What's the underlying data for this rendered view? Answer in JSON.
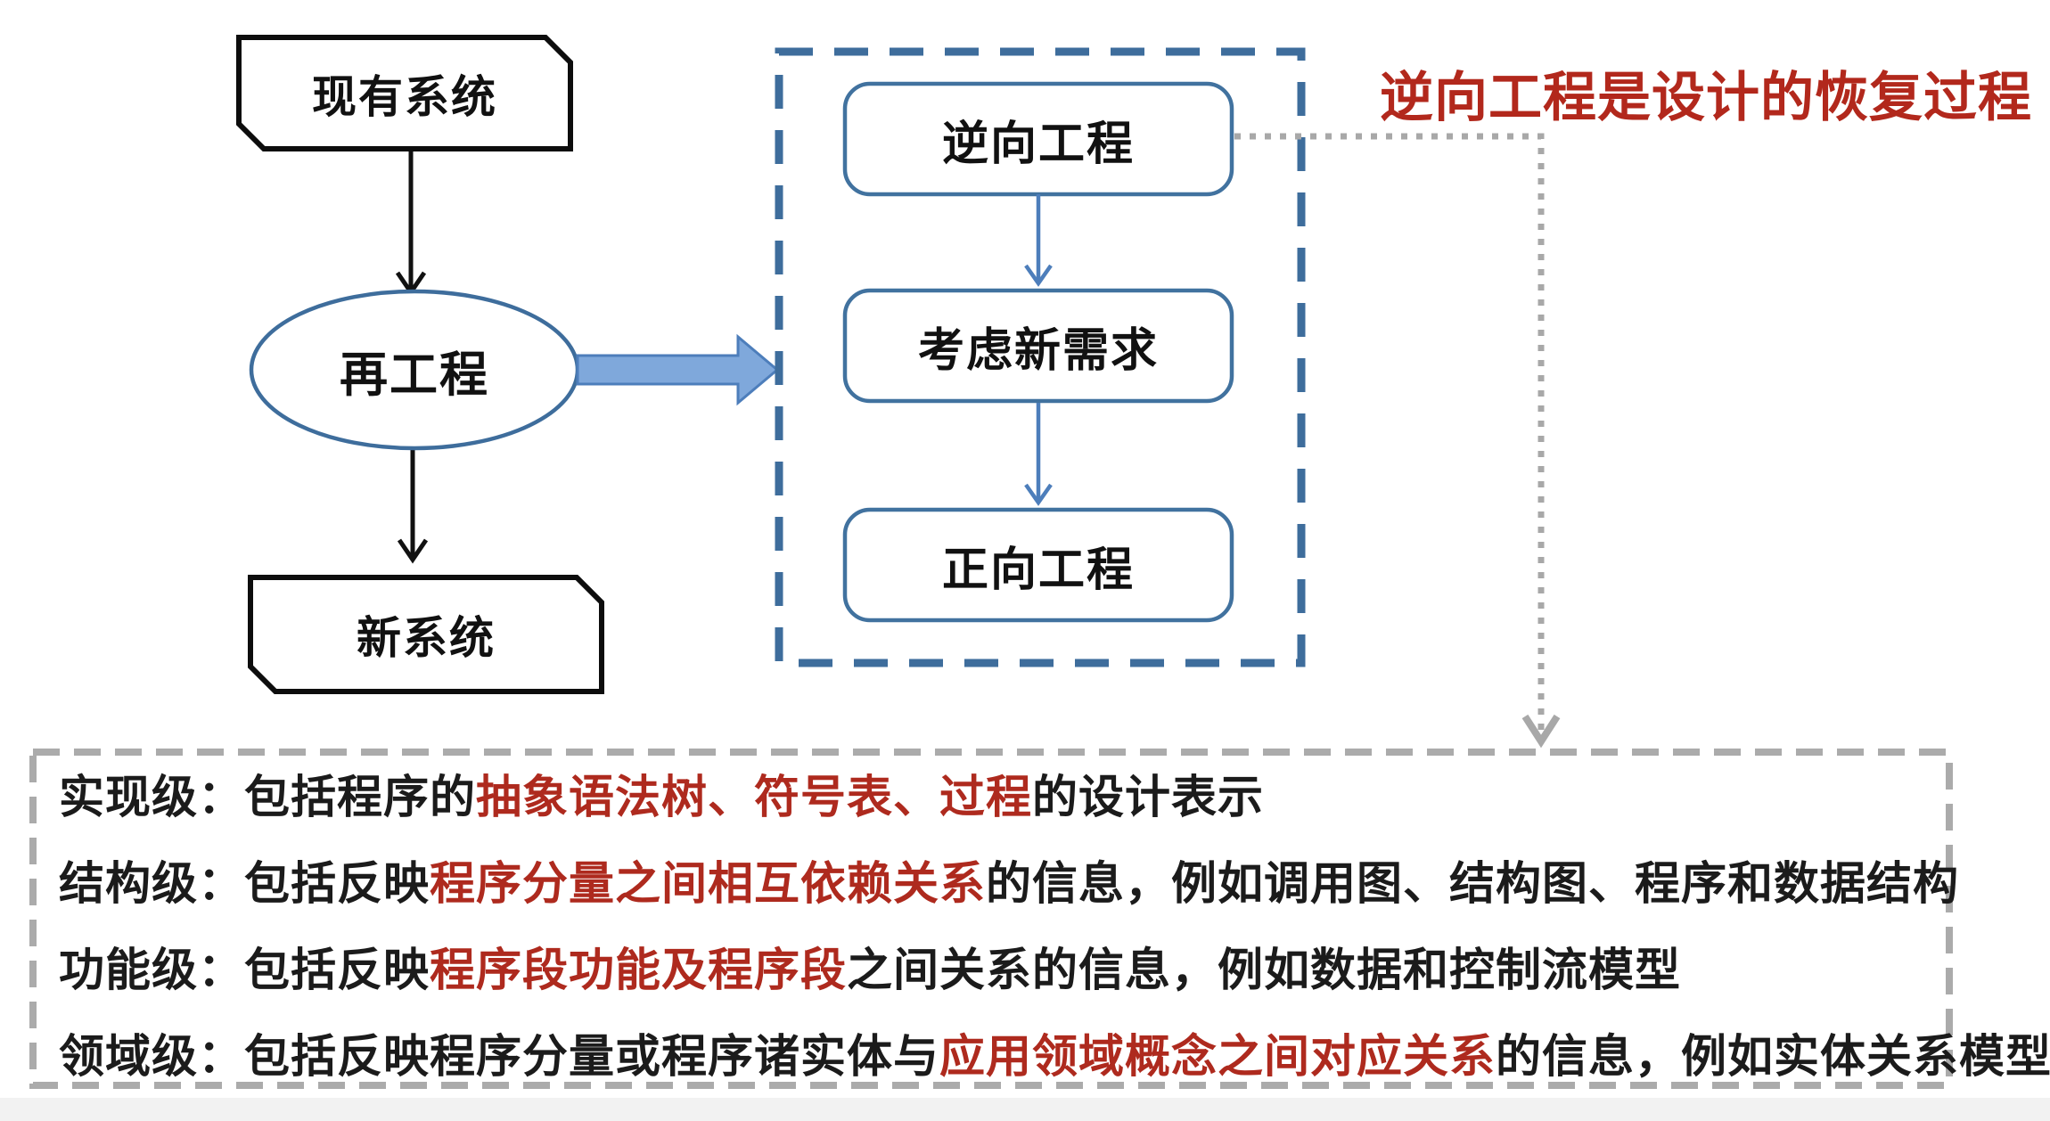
{
  "title": {
    "text": "逆向工程是设计的恢复过程",
    "color": "#B2281C"
  },
  "flowchart": {
    "existing_system": "现有系统",
    "reengineering": "再工程",
    "new_system": "新系统"
  },
  "process_box": {
    "reverse_engineering": "逆向工程",
    "consider_new_requirements": "考虑新需求",
    "forward_engineering": "正向工程"
  },
  "levels": [
    {
      "pre": "实现级：包括程序的",
      "red": "抽象语法树、符号表、过程",
      "post": "的设计表示"
    },
    {
      "pre": "结构级：包括反映",
      "red": "程序分量之间相互依赖关系",
      "post": "的信息，例如调用图、结构图、程序和数据结构"
    },
    {
      "pre": "功能级：包括反映",
      "red": "程序段功能及程序段",
      "post": "之间关系的信息，例如数据和控制流模型"
    },
    {
      "pre": "领域级：包括反映程序分量或程序诸实体与",
      "red": "应用领域概念之间对应关系",
      "post": "的信息，例如实体关系模型"
    }
  ],
  "colors": {
    "node_border_black": "#0d0d0d",
    "blue_shape_border": "#3E6D9C",
    "blue_box_border": "#41729F",
    "blue_arrow": "#4D7EBB",
    "blue_arrow_fill": "#7FA8DB",
    "dotted_gray": "#A8A8A8",
    "dashed_gray_box": "#ABABAB",
    "red_text": "#AE2A1E"
  }
}
